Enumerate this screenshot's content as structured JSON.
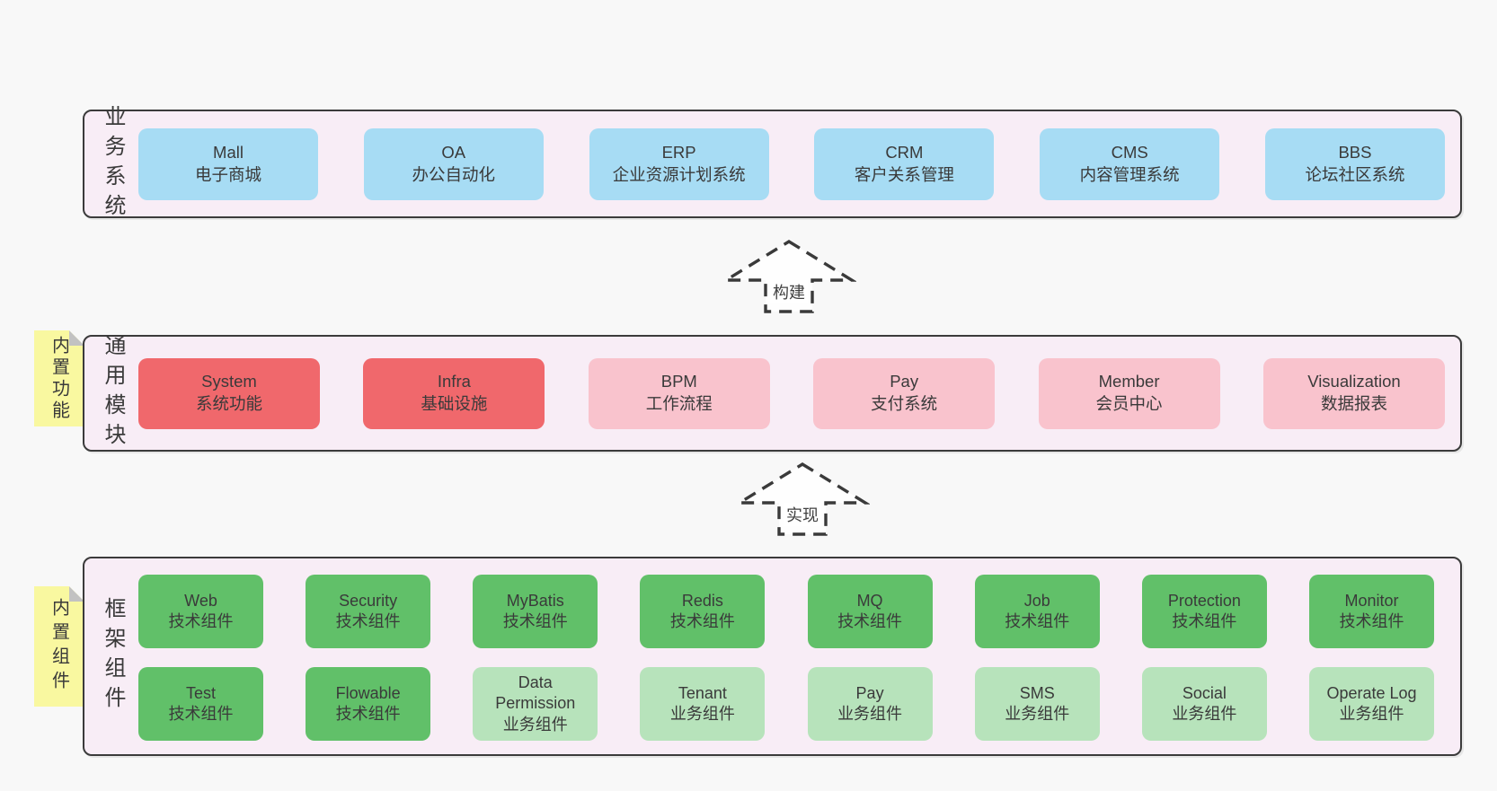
{
  "colors": {
    "page_bg": "#f8f8f8",
    "band_bg": "#f8edf6",
    "border": "#3b3b3b",
    "blue": "#a7dcf4",
    "red": "#f0686c",
    "pink": "#f9c3cd",
    "green": "#61c069",
    "green_light": "#b7e3bb",
    "sticky": "#f9f8a0",
    "fold": "#c2c2c2",
    "text": "#3a3a3a"
  },
  "arrows": [
    {
      "label": "构建"
    },
    {
      "label": "实现"
    }
  ],
  "bands": [
    {
      "side_label": "业务系统",
      "boxes": [
        {
          "en": "Mall",
          "zh": "电子商城"
        },
        {
          "en": "OA",
          "zh": "办公自动化"
        },
        {
          "en": "ERP",
          "zh": "企业资源计划系统"
        },
        {
          "en": "CRM",
          "zh": "客户关系管理"
        },
        {
          "en": "CMS",
          "zh": "内容管理系统"
        },
        {
          "en": "BBS",
          "zh": "论坛社区系统"
        }
      ]
    },
    {
      "side_label": "通用模块",
      "sticky": "内置功能",
      "boxes": [
        {
          "en": "System",
          "zh": "系统功能"
        },
        {
          "en": "Infra",
          "zh": "基础设施"
        },
        {
          "en": "BPM",
          "zh": "工作流程"
        },
        {
          "en": "Pay",
          "zh": "支付系统"
        },
        {
          "en": "Member",
          "zh": "会员中心"
        },
        {
          "en": "Visualization",
          "zh": "数据报表"
        }
      ]
    },
    {
      "side_label": "框架组件",
      "sticky": "内置组件",
      "row1": [
        {
          "en": "Web",
          "zh": "技术组件"
        },
        {
          "en": "Security",
          "zh": "技术组件"
        },
        {
          "en": "MyBatis",
          "zh": "技术组件"
        },
        {
          "en": "Redis",
          "zh": "技术组件"
        },
        {
          "en": "MQ",
          "zh": "技术组件"
        },
        {
          "en": "Job",
          "zh": "技术组件"
        },
        {
          "en": "Protection",
          "zh": "技术组件"
        },
        {
          "en": "Monitor",
          "zh": "技术组件"
        }
      ],
      "row2": [
        {
          "en": "Test",
          "zh": "技术组件"
        },
        {
          "en": "Flowable",
          "zh": "技术组件"
        },
        {
          "en": "Data Permission",
          "zh": "业务组件"
        },
        {
          "en": "Tenant",
          "zh": "业务组件"
        },
        {
          "en": "Pay",
          "zh": "业务组件"
        },
        {
          "en": "SMS",
          "zh": "业务组件"
        },
        {
          "en": "Social",
          "zh": "业务组件"
        },
        {
          "en": "Operate Log",
          "zh": "业务组件"
        }
      ]
    }
  ]
}
